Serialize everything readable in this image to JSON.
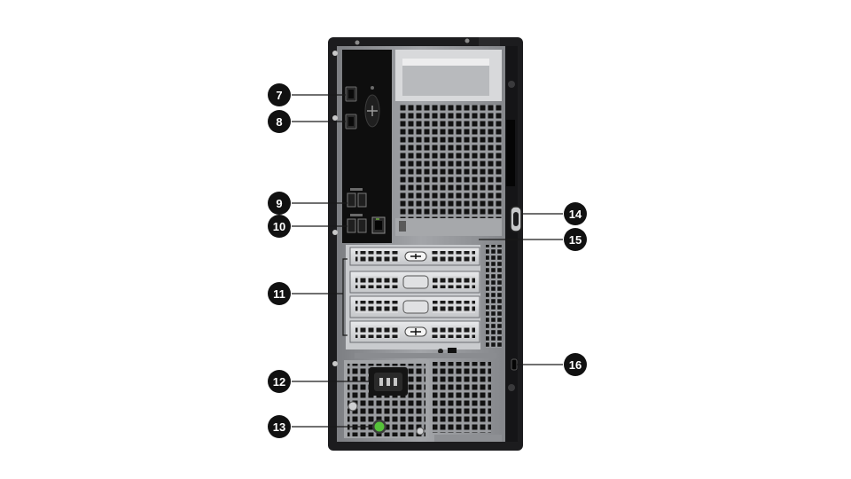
{
  "callouts": [
    {
      "label": "7"
    },
    {
      "label": "8"
    },
    {
      "label": "9"
    },
    {
      "label": "10"
    },
    {
      "label": "11"
    },
    {
      "label": "12"
    },
    {
      "label": "13"
    },
    {
      "label": "14"
    },
    {
      "label": "15"
    },
    {
      "label": "16"
    }
  ],
  "colors": {
    "chassis": "#1c1c1e",
    "panel_metal": "#8e9094",
    "io_panel": "#0e0e0e",
    "callout_fill": "#111111",
    "power_led": "#56c23a"
  }
}
